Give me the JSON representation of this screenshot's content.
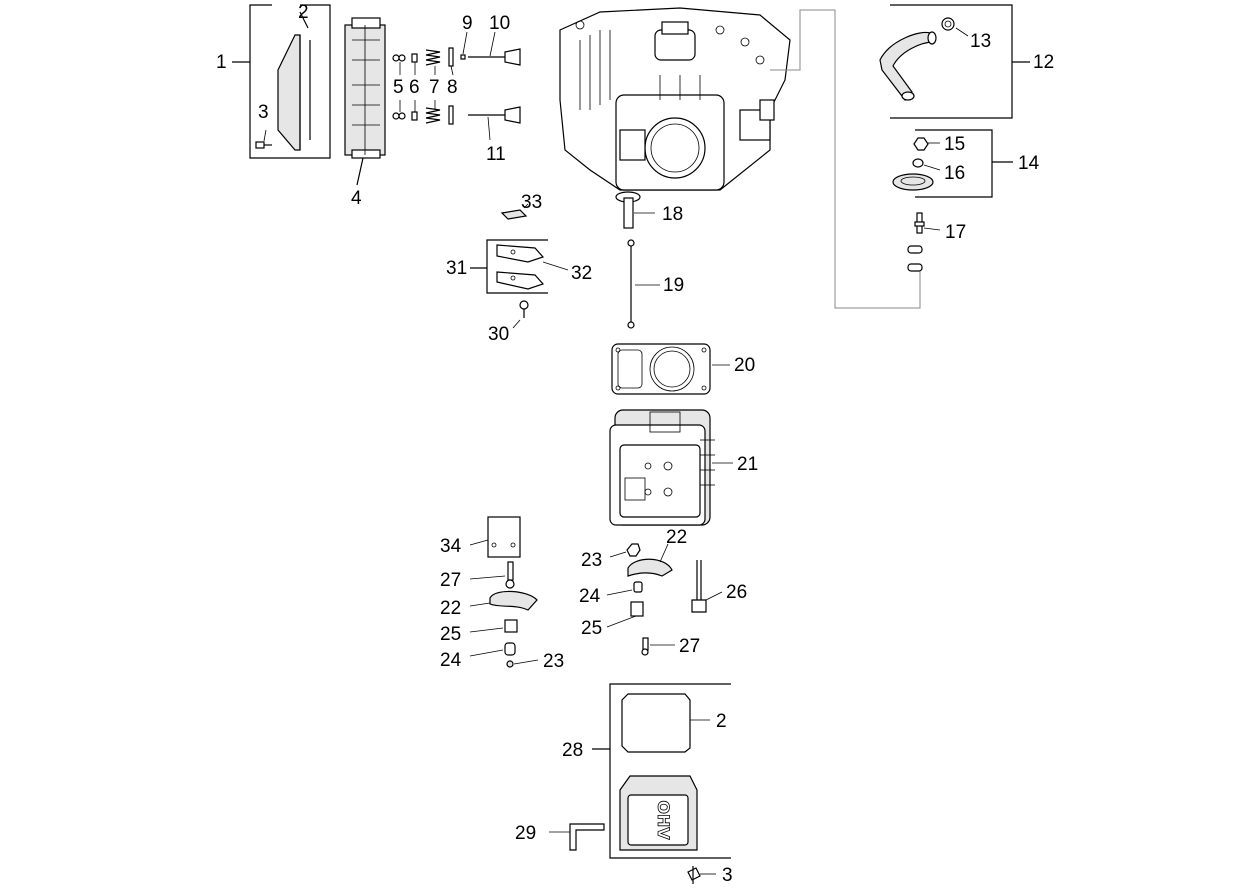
{
  "callouts": {
    "c1": "1",
    "c2a": "2",
    "c3a": "3",
    "c4": "4",
    "c5": "5",
    "c6": "6",
    "c7": "7",
    "c8": "8",
    "c9": "9",
    "c10": "10",
    "c11": "11",
    "c12": "12",
    "c13": "13",
    "c14": "14",
    "c15": "15",
    "c16": "16",
    "c17": "17",
    "c18": "18",
    "c19": "19",
    "c20": "20",
    "c21": "21",
    "c22a": "22",
    "c23a": "23",
    "c24a": "24",
    "c25a": "25",
    "c26": "26",
    "c27a": "27",
    "c34": "34",
    "c27b": "27",
    "c22b": "22",
    "c25b": "25",
    "c24b": "24",
    "c23b": "23",
    "c28": "28",
    "c2b": "2",
    "c29": "29",
    "c3b": "3",
    "c30": "30",
    "c31": "31",
    "c32": "32",
    "c33": "33"
  },
  "cover_lettering": "OHV"
}
